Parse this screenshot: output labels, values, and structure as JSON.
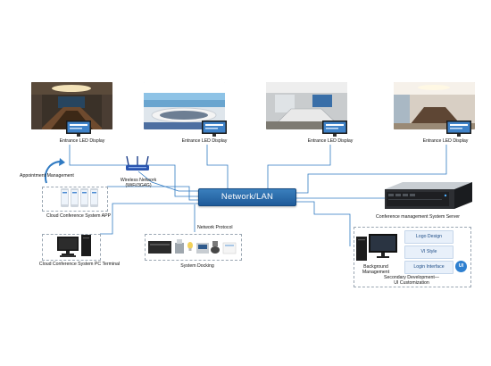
{
  "hub": {
    "label": "Network/LAN"
  },
  "displays": [
    {
      "label": "Entrance LED Display"
    },
    {
      "label": "Entrance LED Display"
    },
    {
      "label": "Entrance LED Display"
    },
    {
      "label": "Entrance LED Display"
    }
  ],
  "router": {
    "label_line1": "Wireless Network",
    "label_line2": "(WiFi/3G4G)"
  },
  "app": {
    "appointment_label": "Appointment Management",
    "label": "Cloud Conference System APP"
  },
  "pc": {
    "label": "Cloud Conference System PC Terminal"
  },
  "docking": {
    "protocol_label": "Network Protocol",
    "label": "System Docking"
  },
  "server": {
    "label": "Conference management System Server"
  },
  "secondary": {
    "bg_label_line1": "Background",
    "bg_label_line2": "Management",
    "items": [
      "Logo Design",
      "VI Style",
      "Login Interface"
    ],
    "badge": "UI",
    "caption_line1": "Secondary Development—",
    "caption_line2": "UI Customization"
  },
  "colors": {
    "line": "#1f6fb5",
    "hub": "#2a6aae",
    "dashed": "#9aa6b2"
  }
}
